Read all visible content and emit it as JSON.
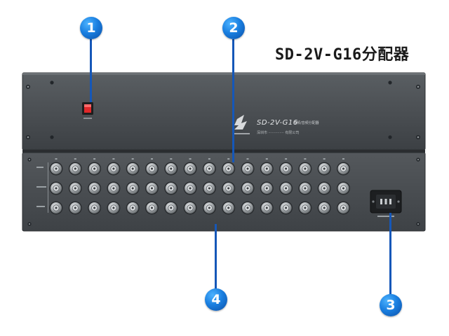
{
  "title": "SD-2V-G16分配器",
  "device": {
    "model_label": "SD-2V-G16",
    "subtitle": "视频/音频分配器",
    "company_line": "深圳市 ·············· 有限公司",
    "connector_columns": 16,
    "connector_rows": 3
  },
  "callouts": [
    {
      "number": "1",
      "target": "power switch"
    },
    {
      "number": "2",
      "target": "BNC connector"
    },
    {
      "number": "3",
      "target": "AC power inlet"
    },
    {
      "number": "4",
      "target": "rear panel"
    }
  ],
  "colors": {
    "panel": "#4a4e52",
    "badge": "#1a7fe0",
    "power_switch": "#e0282a"
  }
}
